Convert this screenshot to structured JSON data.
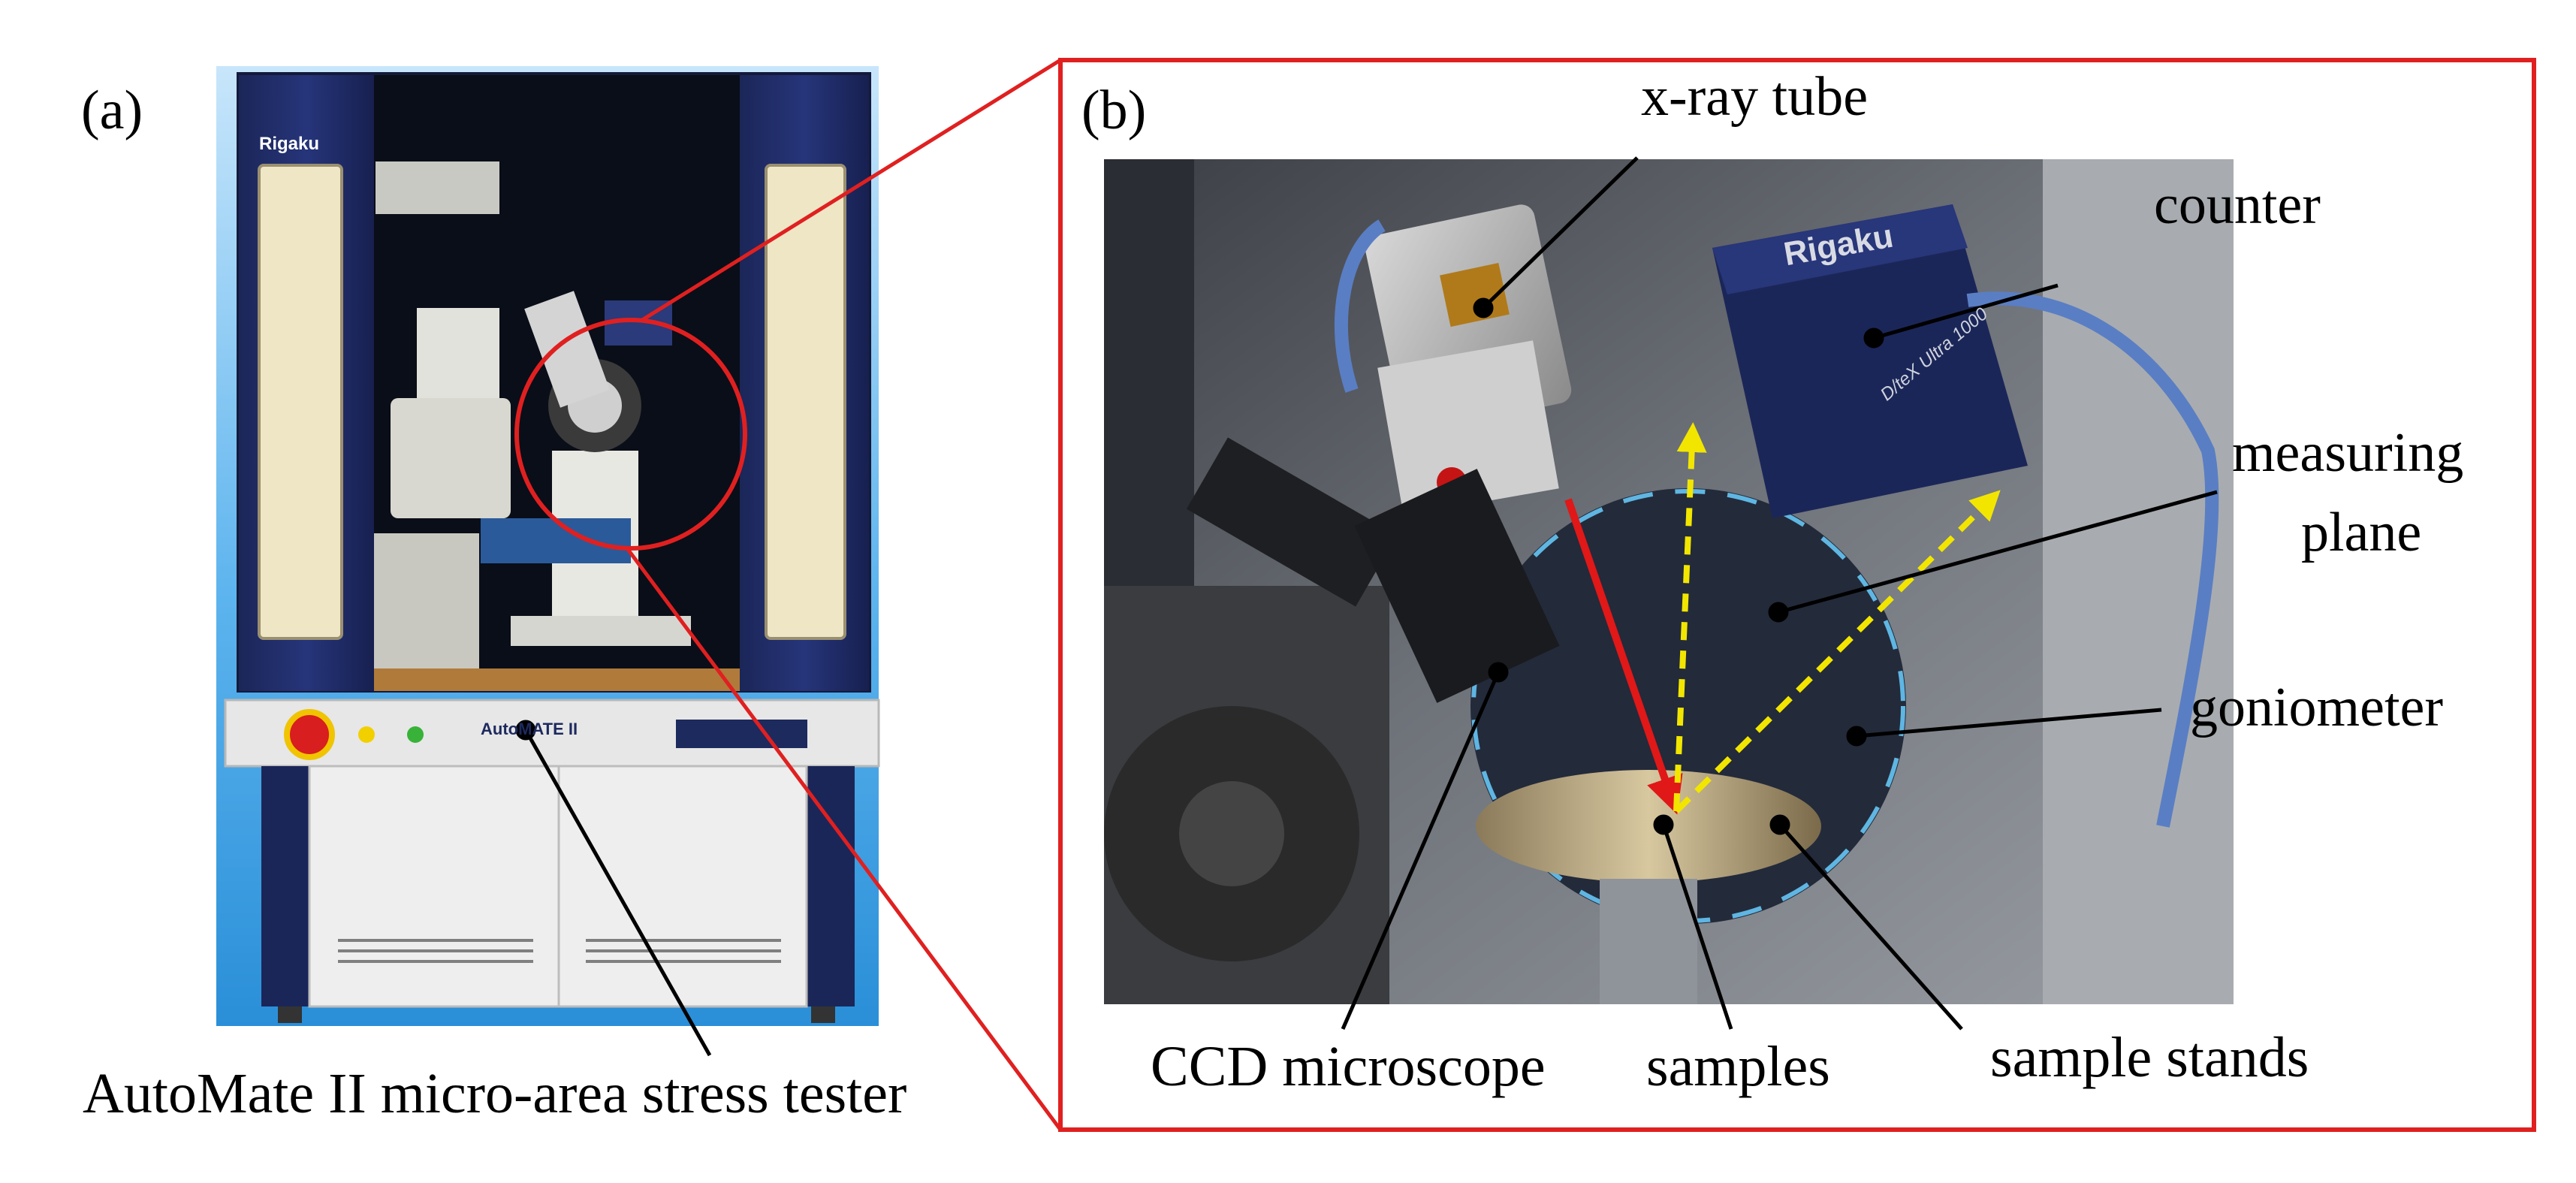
{
  "panel_a": {
    "label": "(a)",
    "caption": "AutoMate II  micro-area stress tester",
    "brand": "Rigaku",
    "model": "AutoMATE II"
  },
  "panel_b": {
    "label": "(b)",
    "brand": "Rigaku",
    "detector_model": "D/teX Ultra 1000",
    "callouts": {
      "xray_tube": "x-ray tube",
      "counter": "counter",
      "measuring_plane_1": "measuring",
      "measuring_plane_2": "plane",
      "goniometer": "goniometer",
      "ccd_microscope": "CCD microscope",
      "samples": "samples",
      "sample_stands": "sample stands"
    }
  },
  "colors": {
    "highlight_frame": "#e02020",
    "incident_beam": "#e01818",
    "diffracted_beam": "#f2e600",
    "instrument_blue": "#1d2a5e",
    "background_blue": "#2a8fd8"
  }
}
